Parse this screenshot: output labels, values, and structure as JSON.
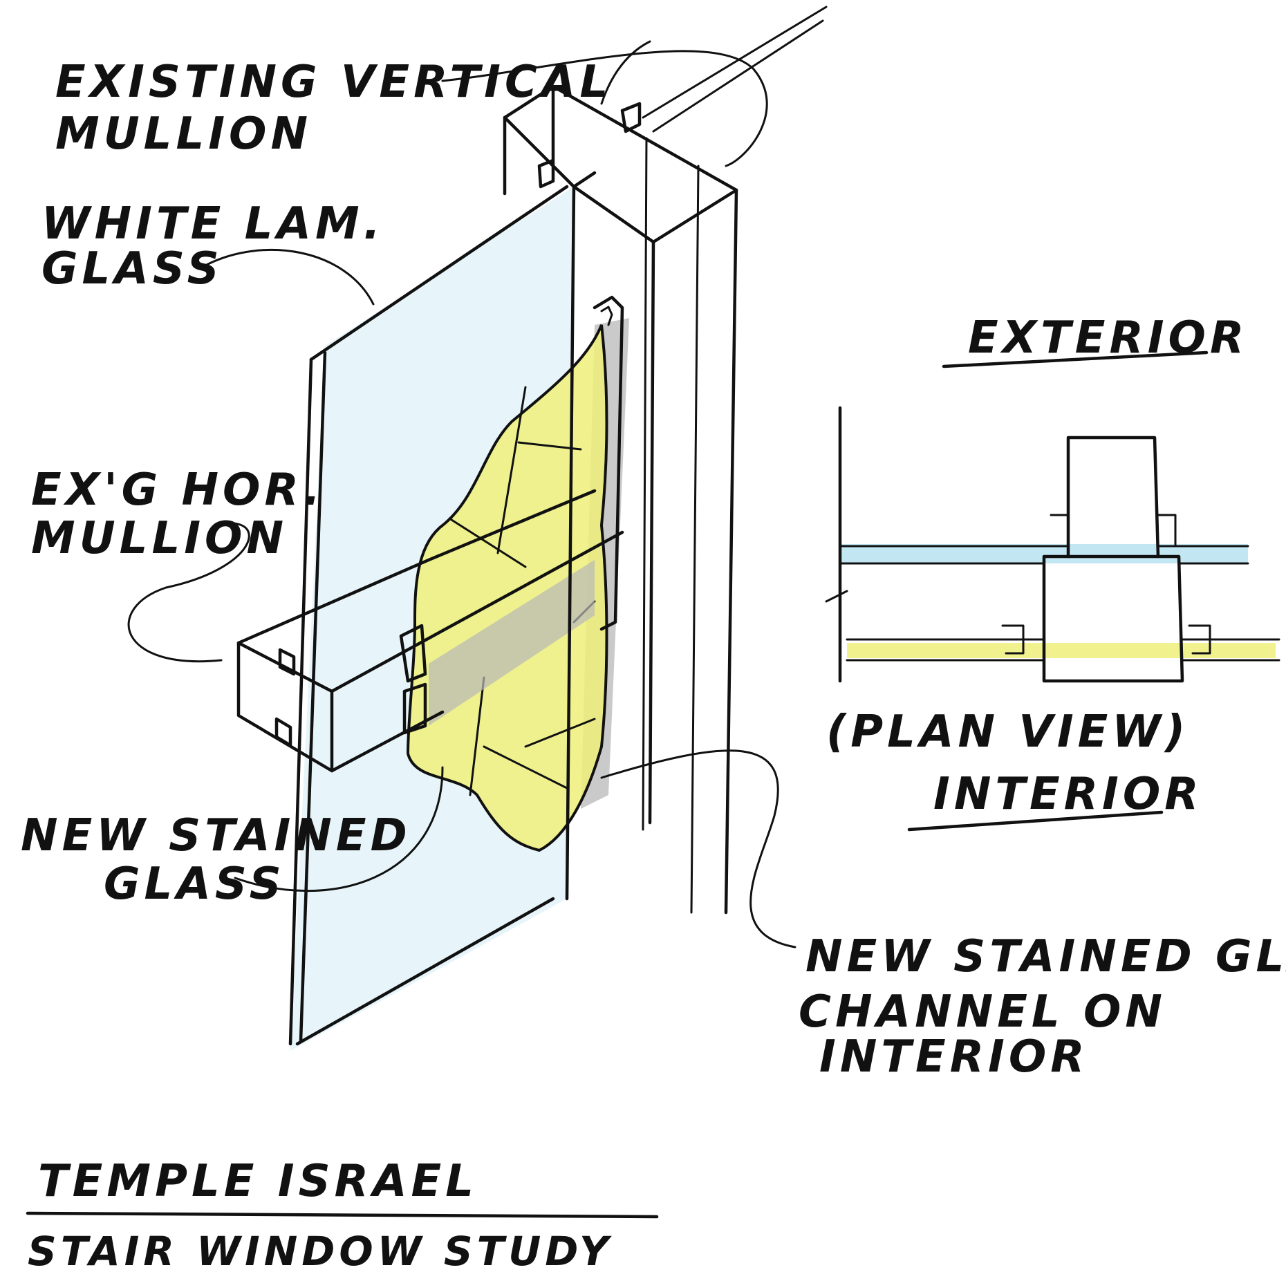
{
  "labels": {
    "vertical_mullion": [
      "EXISTING VERTICAL",
      "MULLION"
    ],
    "white_glass": [
      "WHITE LAM.",
      "GLASS"
    ],
    "horizontal_mullion": [
      "EX'G HOR.",
      "MULLION"
    ],
    "stained_glass": [
      "NEW STAINED",
      "GLASS"
    ],
    "channel": [
      "NEW STAINED GLASS",
      "CHANNEL ON",
      "INTERIOR"
    ],
    "exterior": "EXTERIOR",
    "plan_view": "(PLAN VIEW)",
    "interior": "INTERIOR",
    "title_line1": "TEMPLE ISRAEL",
    "title_line2": "STAIR WINDOW STUDY"
  },
  "colors": {
    "ink": "#111111",
    "glass_blue": "#a9dcee",
    "stained_yellow": "#eef07a",
    "shadow_gray": "#b8b8b8"
  }
}
